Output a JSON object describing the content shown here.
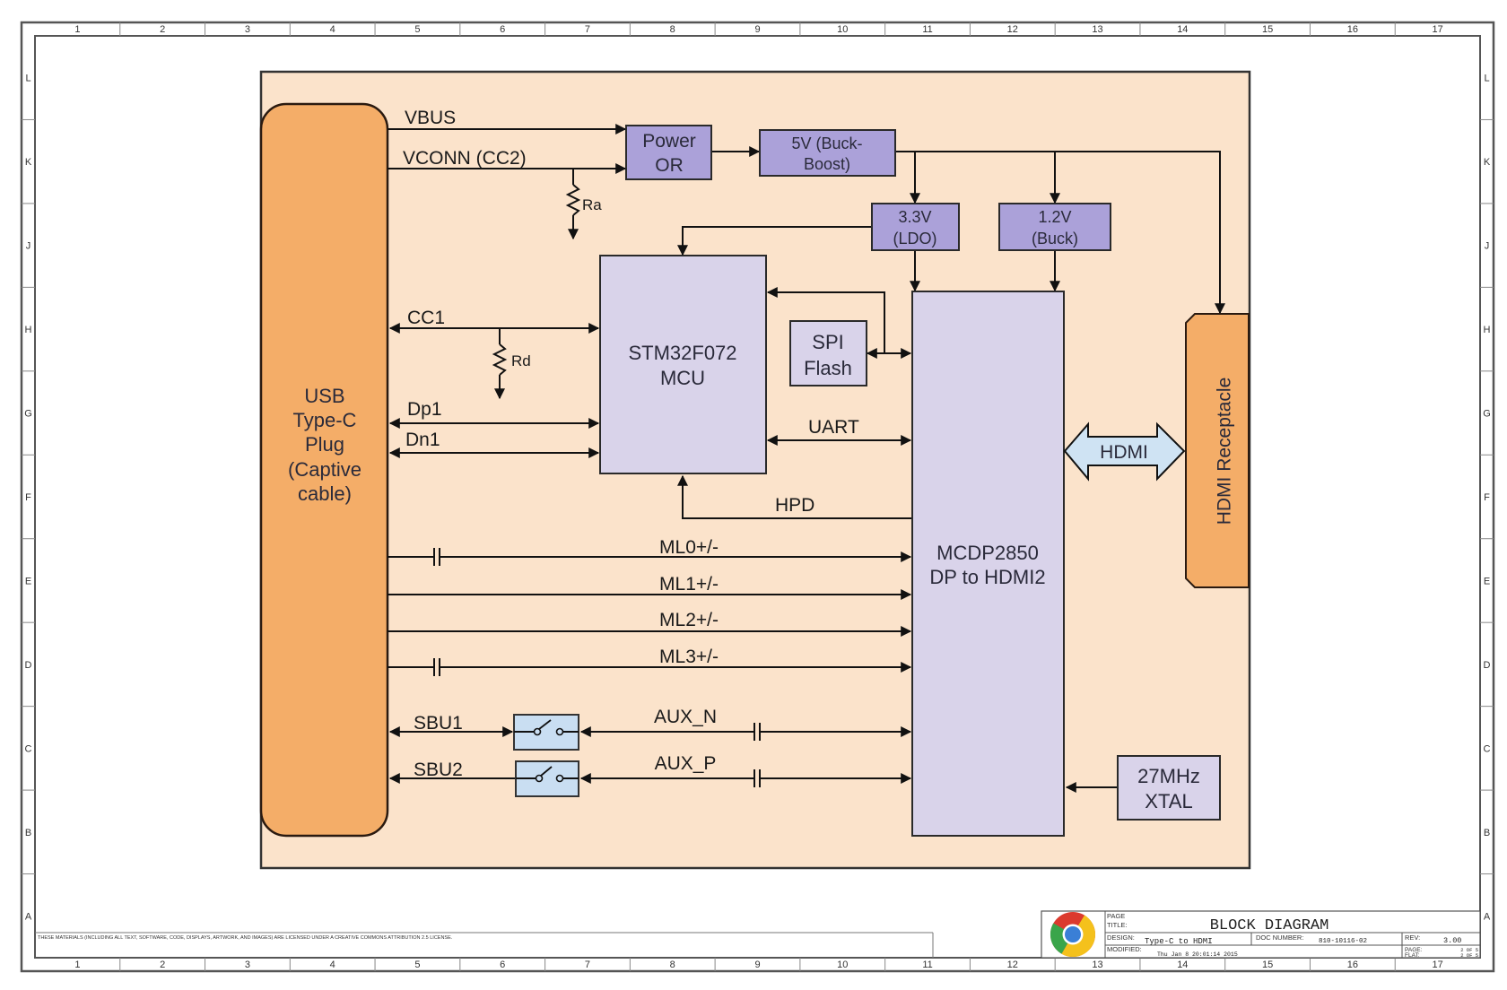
{
  "sheet": {
    "columns": [
      "1",
      "2",
      "3",
      "4",
      "5",
      "6",
      "7",
      "8",
      "9",
      "10",
      "11",
      "12",
      "13",
      "14",
      "15",
      "16",
      "17"
    ],
    "rows": [
      "L",
      "K",
      "J",
      "H",
      "G",
      "F",
      "E",
      "D",
      "C",
      "B",
      "A"
    ],
    "license": "THESE MATERIALS (INCLUDING ALL TEXT, SOFTWARE, CODE, DISPLAYS, ARTWORK, AND IMAGES) ARE LICENSED UNDER A CREATIVE COMMONS ATTRIBUTION 2.5 LICENSE."
  },
  "title_block": {
    "logo": "chrome-logo",
    "page_title_label_1": "PAGE",
    "page_title_label_2": "TITLE:",
    "page_title": "BLOCK DIAGRAM",
    "design_label": "DESIGN:",
    "design": "Type-C to HDMI",
    "doc_number_label": "DOC NUMBER:",
    "doc_number": "810-10116-02",
    "rev_label": "REV:",
    "rev": "3.00",
    "modified_label": "MODIFIED:",
    "modified": "Thu Jan  8 20:01:14 2015",
    "page_label": "PAGE:",
    "page": "2 OF 5",
    "flat_label": "FLAT:",
    "flat": "2 OF 5"
  },
  "blocks": {
    "usb_plug": [
      "USB",
      "Type-C",
      "Plug",
      "(Captive",
      "cable)"
    ],
    "power_or": [
      "Power",
      "OR"
    ],
    "buck_boost": [
      "5V (Buck-",
      "Boost)"
    ],
    "ldo": [
      "3.3V",
      "(LDO)"
    ],
    "buck": [
      "1.2V",
      "(Buck)"
    ],
    "mcu": [
      "STM32F072",
      "MCU"
    ],
    "spi_flash": [
      "SPI",
      "Flash"
    ],
    "mcdp": [
      "MCDP2850",
      "DP to HDMI2"
    ],
    "hdmi_receptacle": "HDMI Receptacle",
    "hdmi_link": "HDMI",
    "xtal": [
      "27MHz",
      "XTAL"
    ]
  },
  "signals": {
    "vbus": "VBUS",
    "vconn": "VCONN (CC2)",
    "ra": "Ra",
    "cc1": "CC1",
    "rd": "Rd",
    "dp1": "Dp1",
    "dn1": "Dn1",
    "uart": "UART",
    "hpd": "HPD",
    "ml0": "ML0+/-",
    "ml1": "ML1+/-",
    "ml2": "ML2+/-",
    "ml3": "ML3+/-",
    "sbu1": "SBU1",
    "sbu2": "SBU2",
    "aux_n": "AUX_N",
    "aux_p": "AUX_P"
  },
  "colors": {
    "background": "#fbe3cb",
    "connector": "#f4ad68",
    "regulator": "#aba1d9",
    "ic": "#d9d3ea",
    "switch": "#c9def2",
    "hdmi_arrow": "#cfe3f3"
  }
}
